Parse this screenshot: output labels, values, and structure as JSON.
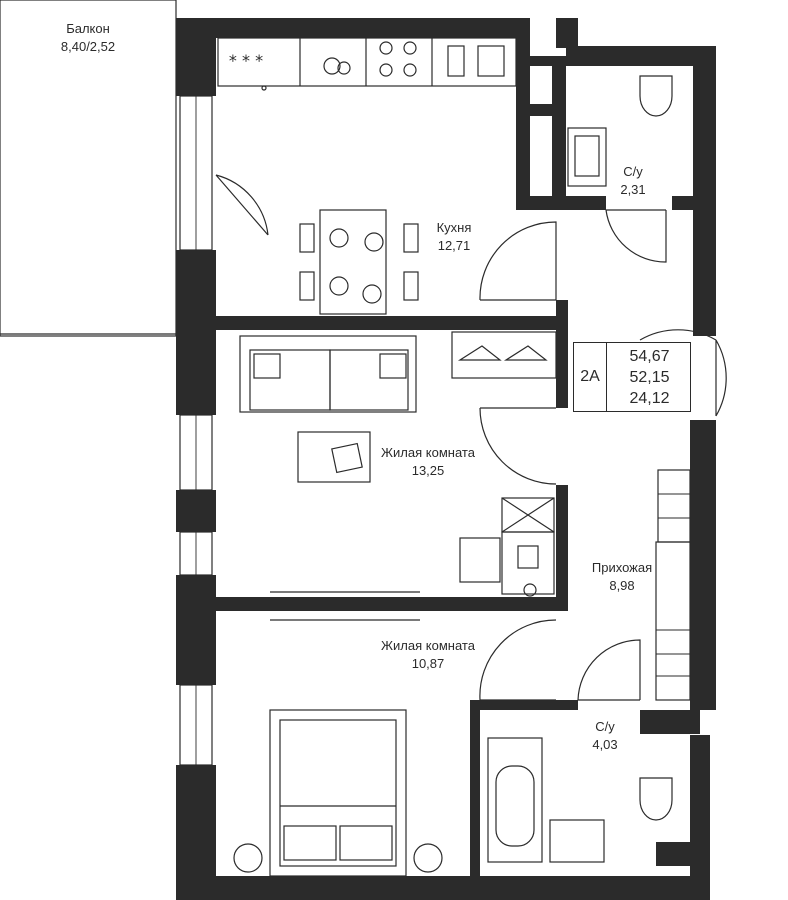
{
  "rooms": {
    "balcony": {
      "name": "Балкон",
      "area": "8,40/2,52"
    },
    "kitchen": {
      "name": "Кухня",
      "area": "12,71"
    },
    "bath1": {
      "name": "С/у",
      "area": "2,31"
    },
    "living1": {
      "name": "Жилая комната",
      "area": "13,25"
    },
    "hallway": {
      "name": "Прихожая",
      "area": "8,98"
    },
    "living2": {
      "name": "Жилая комната",
      "area": "10,87"
    },
    "bath2": {
      "name": "С/у",
      "area": "4,03"
    }
  },
  "apartment": {
    "type": "2А",
    "total_area": "54,67",
    "living_area": "52,15",
    "rooms_area": "24,12"
  },
  "colors": {
    "wall": "#2b2b2b",
    "line": "#2b2b2b",
    "background": "#ffffff"
  }
}
